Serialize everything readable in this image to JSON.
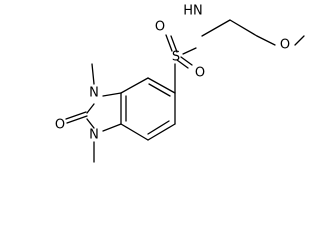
{
  "molecule": {
    "atoms": {
      "sulfur": "S",
      "sulfonyl_oxygen_top": "O",
      "sulfonyl_oxygen_bottom": "O",
      "amide_nh": "HN",
      "ether_oxygen": "O",
      "ring_nitrogen_top": "N",
      "ring_nitrogen_bottom": "N",
      "carbonyl_oxygen": "O"
    }
  }
}
